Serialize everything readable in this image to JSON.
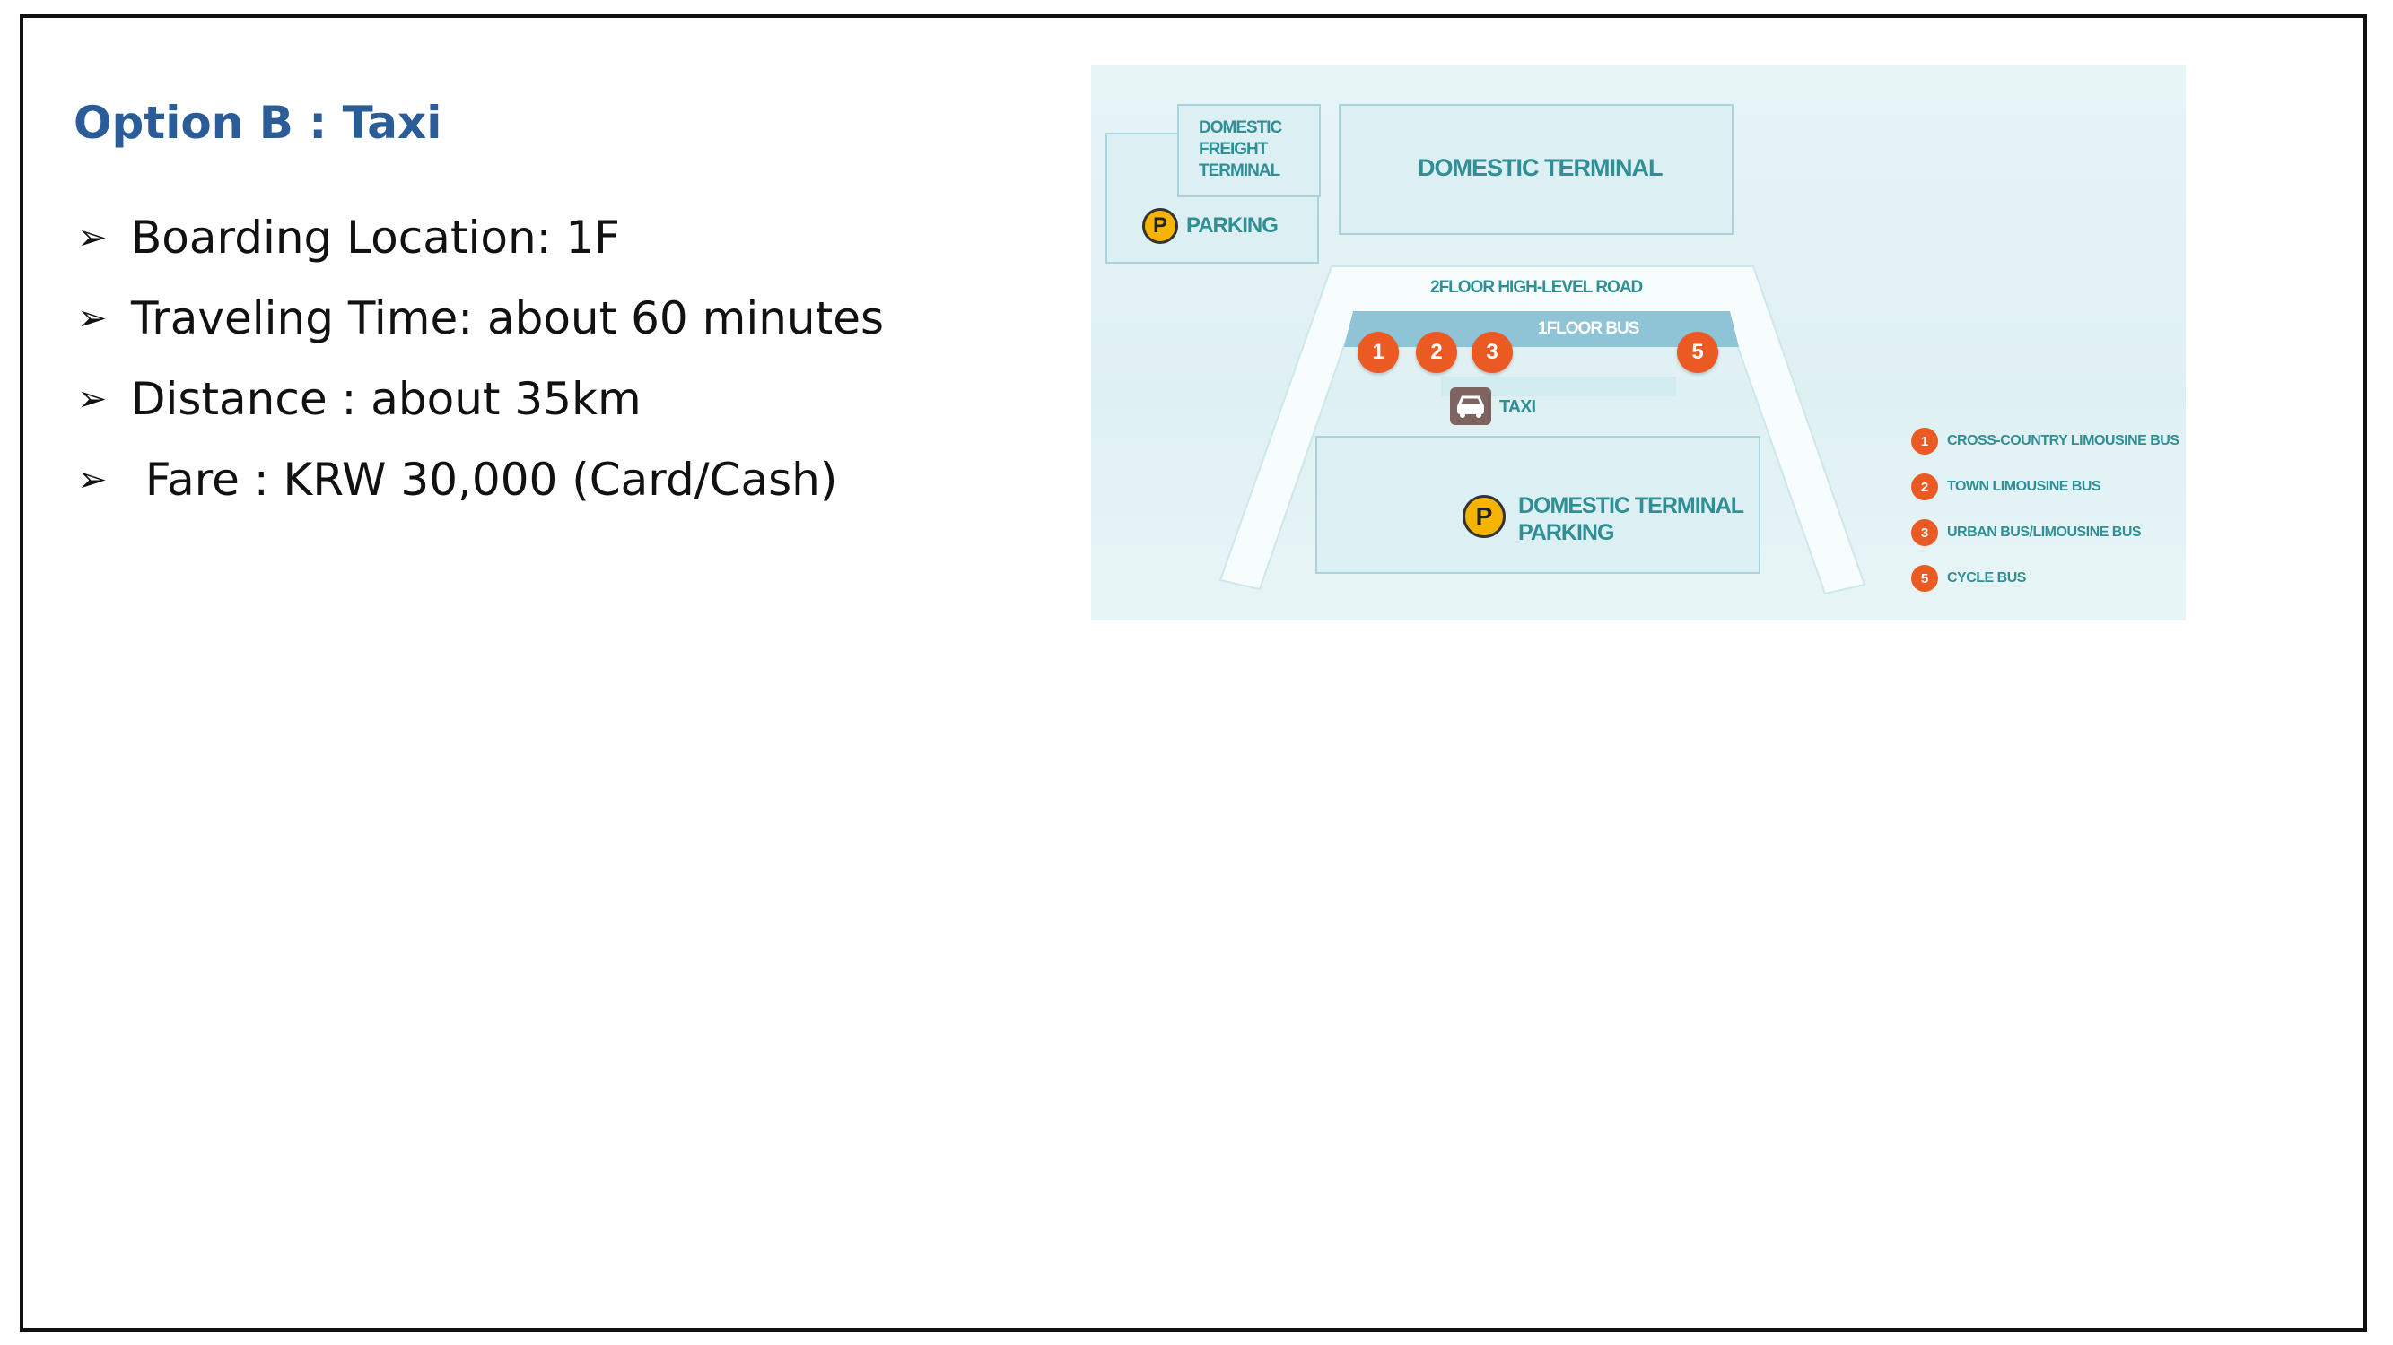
{
  "heading": "Option B : Taxi",
  "bullets": [
    {
      "text": "Boarding Location: 1F"
    },
    {
      "text": "Traveling Time: about 60 minutes"
    },
    {
      "text": "Distance : about 35km"
    },
    {
      "text": " Fare : KRW 30,000 (Card/Cash)"
    }
  ],
  "map": {
    "freight_terminal": [
      "DOMESTIC",
      "FREIGHT",
      "TERMINAL"
    ],
    "parking": "PARKING",
    "parking_symbol": "P",
    "domestic_terminal": "DOMESTIC TERMINAL",
    "high_level_road": "2FLOOR HIGH-LEVEL ROAD",
    "floor_bus": "1FLOOR BUS",
    "stops": [
      "1",
      "2",
      "3",
      "5"
    ],
    "taxi": "TAXI",
    "terminal_parking": [
      "DOMESTIC TERMINAL",
      "PARKING"
    ],
    "legend": [
      {
        "num": "1",
        "label": "CROSS-COUNTRY LIMOUSINE BUS"
      },
      {
        "num": "2",
        "label": "TOWN LIMOUSINE BUS"
      },
      {
        "num": "3",
        "label": "URBAN BUS/LIMOUSINE BUS"
      },
      {
        "num": "5",
        "label": "CYCLE BUS"
      }
    ]
  },
  "colors": {
    "heading": "#2a5c98",
    "map_text": "#2f8f95",
    "stop_marker": "#ec5a24",
    "parking_marker": "#f4b400",
    "bus_lane": "#8fc3d6"
  },
  "icons": [
    "arrow-bullet-icon",
    "parking-icon",
    "taxi-icon"
  ]
}
